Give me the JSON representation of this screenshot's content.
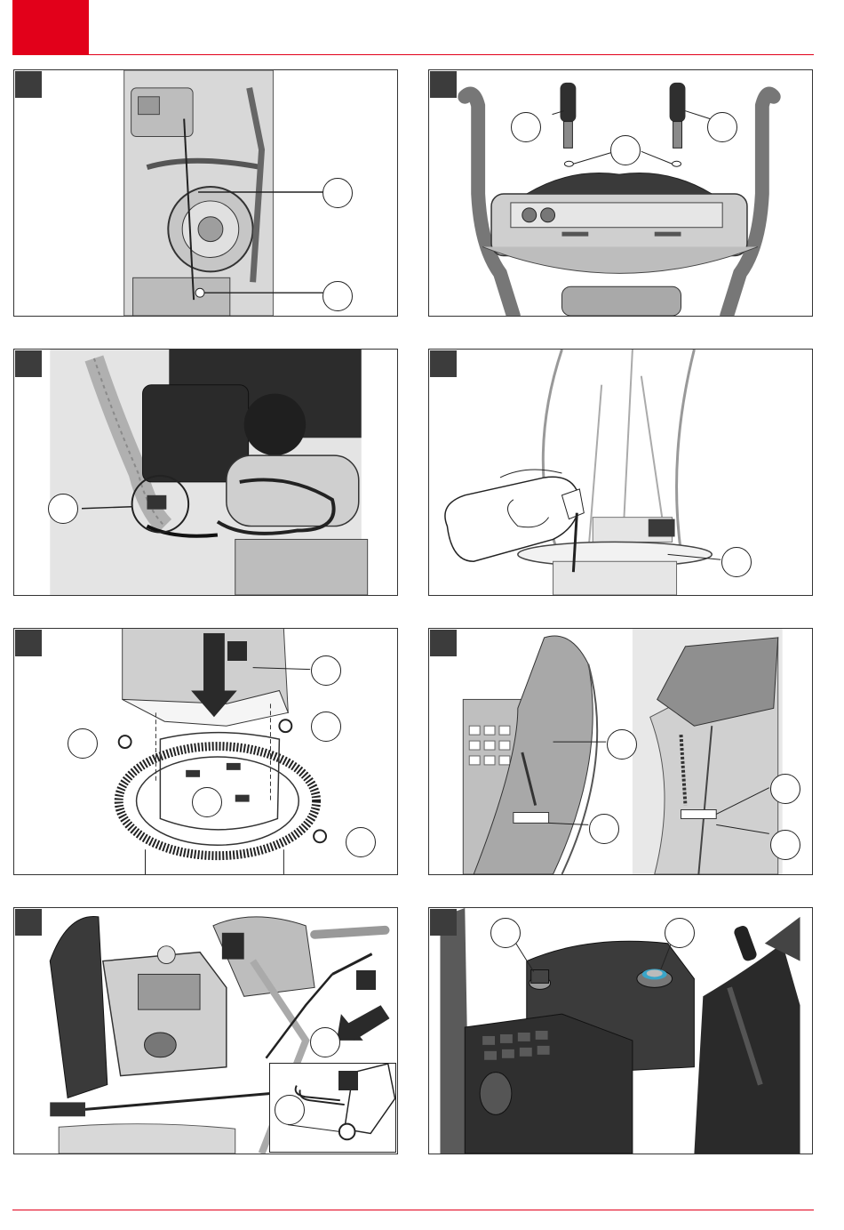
{
  "colors": {
    "brand_red": "#e2001a",
    "panel_tag": "#3c3c3c",
    "line_art": "#333333",
    "accent_blue": "#3aa5c8"
  },
  "panels": [
    {
      "id": "panel-1",
      "icons": [
        "engine-icon",
        "fuel-line-icon"
      ]
    },
    {
      "id": "panel-2",
      "icons": [
        "shift-lever-icon",
        "handlebar-icon",
        "washer-icon"
      ]
    },
    {
      "id": "panel-3",
      "icons": [
        "electric-starter-icon",
        "cable-connector-icon"
      ]
    },
    {
      "id": "panel-4",
      "icons": [
        "chute-icon",
        "lubricant-can-icon"
      ]
    },
    {
      "id": "panel-5",
      "icons": [
        "chute-ring-icon",
        "bolt-icon",
        "nut-icon",
        "arrow-down-icon"
      ]
    },
    {
      "id": "panel-6",
      "icons": [
        "deflector-icon",
        "spring-icon",
        "cable-icon"
      ]
    },
    {
      "id": "panel-7",
      "icons": [
        "handle-rod-icon",
        "clip-pin-icon",
        "arrow-icon"
      ]
    },
    {
      "id": "panel-8",
      "icons": [
        "oil-cap-icon",
        "fuel-cap-icon"
      ]
    }
  ]
}
